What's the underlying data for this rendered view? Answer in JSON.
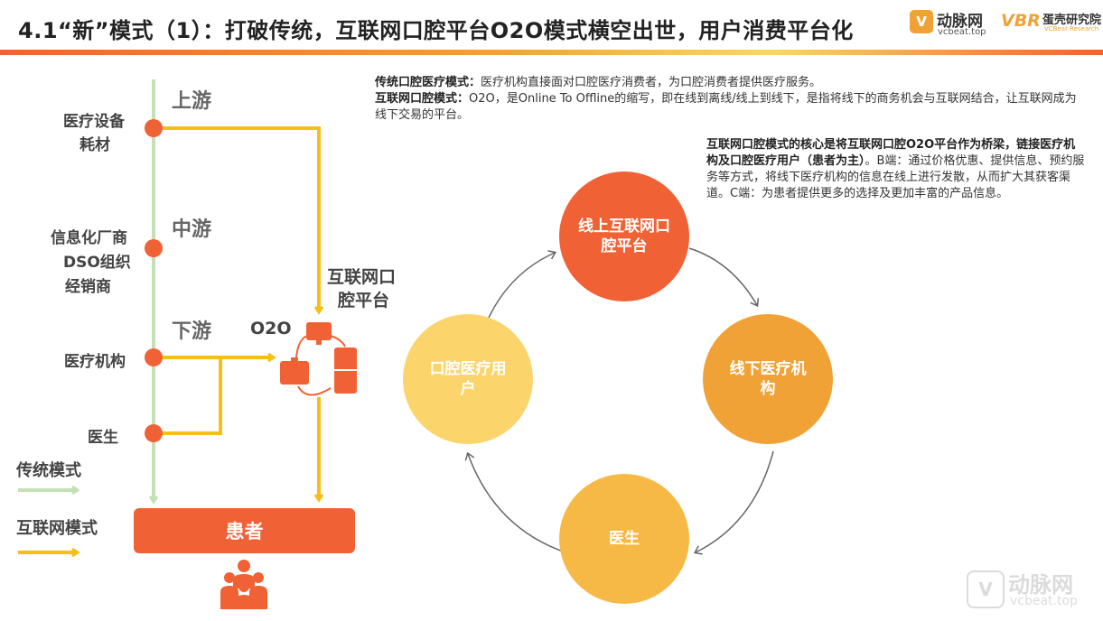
{
  "title": "4.1“新”模式（1）：打破传统，互联网口腔平台O2O模式横空出世，用户消费平台化",
  "logos": {
    "vcbeat_cn": "动脉网",
    "vcbeat_url": "vcbeat.top",
    "vbr_mark": "VBR",
    "vbr_cn": "蛋壳研究院",
    "vbr_en": "VCBeat Research",
    "watermark_cn": "动脉网",
    "watermark_url": "vcbeat.top"
  },
  "left": {
    "stages": [
      "上游",
      "中游",
      "下游"
    ],
    "nodes": {
      "equipment_line1": "医疗设备",
      "equipment_line2": "耗材",
      "it_line1": "信息化厂商",
      "it_line2": "DSO组织",
      "it_line3": "经销商",
      "institution": "医疗机构",
      "doctor": "医生"
    },
    "platform_line1": "互联网口",
    "platform_line2": "腔平台",
    "o2o": "O2O",
    "patient": "患者",
    "legend": {
      "traditional": "传统模式",
      "internet": "互联网模式"
    }
  },
  "text": {
    "p1_label": "传统口腔医疗模式：",
    "p1_body": "医疗机构直接面对口腔医疗消费者，为口腔消费者提供医疗服务。",
    "p2_label": "互联网口腔模式：",
    "p2_body": "O2O，是Online To Offline的缩写，即在线到离线/线上到线下，是指将线下的商务机会与互联网结合，让互联网成为线下交易的平台。",
    "p3_bold": "互联网口腔模式的核心是将互联网口腔O2O平台作为桥梁，链接医疗机构及口腔医疗用户（患者为主）",
    "p3_body": "。B端：通过价格优惠、提供信息、预约服务等方式，将线下医疗机构的信息在线上进行发散，从而扩大其获客渠道。C端：为患者提供更多的选择及更加丰富的产品信息。"
  },
  "cycle": {
    "top": "线上互联网口腔平台",
    "right": "线下医疗机构",
    "bottom": "医生",
    "left": "口腔医疗用户"
  },
  "colors": {
    "orange_red": "#f06235",
    "orange": "#f0a236",
    "orange_light": "#f7b946",
    "yellow_light": "#fbd56c",
    "yellow_line": "#f7be16",
    "green_line": "#c5e0b4"
  }
}
